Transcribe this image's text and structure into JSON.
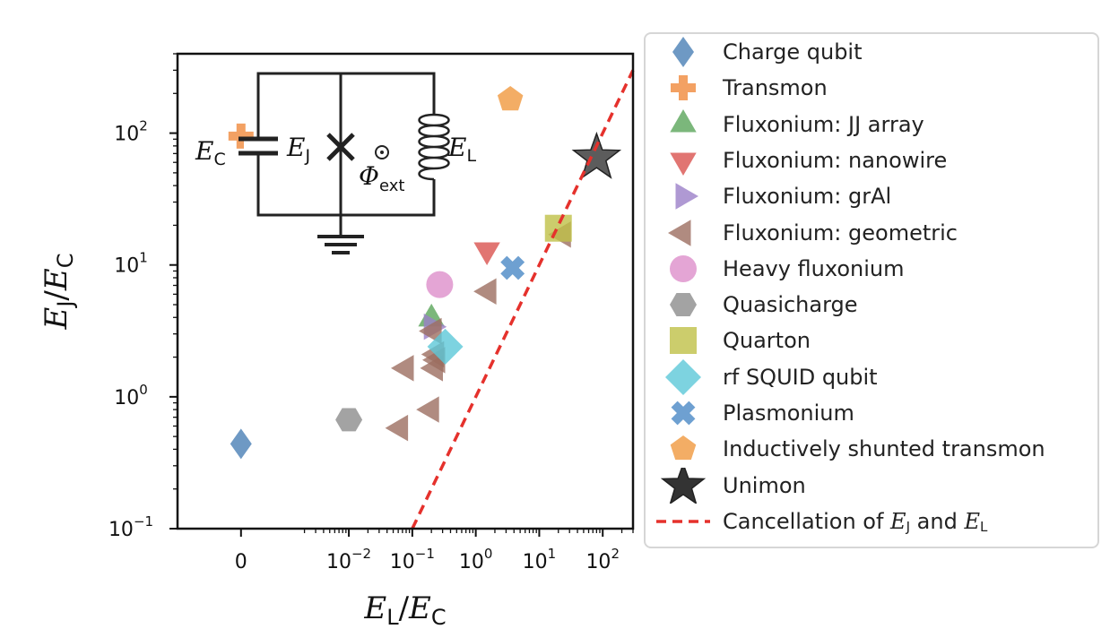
{
  "chart_data": {
    "type": "scatter",
    "xlabel_main": "E",
    "xlabel_sub": "L",
    "xlabel_sep": "/",
    "xlabel_main2": "E",
    "xlabel_sub2": "C",
    "ylabel_main": "E",
    "ylabel_sub": "J",
    "ylabel_sep": "/",
    "ylabel_main2": "E",
    "ylabel_sub2": "C",
    "x_scale": "symlog",
    "y_scale": "log",
    "xlim": [
      -0.002,
      300
    ],
    "ylim": [
      0.1,
      400
    ],
    "x_ticks": [
      {
        "value": 0,
        "base": "0",
        "exp": ""
      },
      {
        "value": 0.01,
        "base": "10",
        "exp": "−2"
      },
      {
        "value": 0.1,
        "base": "10",
        "exp": "−1"
      },
      {
        "value": 1,
        "base": "10",
        "exp": "0"
      },
      {
        "value": 10,
        "base": "10",
        "exp": "1"
      },
      {
        "value": 100,
        "base": "10",
        "exp": "2"
      }
    ],
    "y_ticks": [
      {
        "value": 0.1,
        "base": "10",
        "exp": "−1"
      },
      {
        "value": 1,
        "base": "10",
        "exp": "0"
      },
      {
        "value": 10,
        "base": "10",
        "exp": "1"
      },
      {
        "value": 100,
        "base": "10",
        "exp": "2"
      }
    ],
    "grid": false,
    "legend_position": "outside-right",
    "series": [
      {
        "name": "Charge qubit",
        "marker": "thin_diamond",
        "color": "#4a7fb5",
        "points": [
          [
            0,
            0.44
          ]
        ]
      },
      {
        "name": "Transmon",
        "marker": "plus",
        "color": "#f08a3c",
        "points": [
          [
            0,
            95
          ]
        ]
      },
      {
        "name": "Fluxonium: JJ array",
        "marker": "triangle_up",
        "color": "#5aa55a",
        "points": [
          [
            0.2,
            3.9
          ]
        ]
      },
      {
        "name": "Fluxonium: nanowire",
        "marker": "triangle_down",
        "color": "#d9534f",
        "points": [
          [
            1.5,
            13
          ]
        ]
      },
      {
        "name": "Fluxonium: grAl",
        "marker": "triangle_right",
        "color": "#9b80c8",
        "points": [
          [
            0.2,
            3.4
          ]
        ]
      },
      {
        "name": "Fluxonium: geometric",
        "marker": "triangle_left",
        "color": "#9c6e60",
        "points": [
          [
            0.08,
            1.65
          ],
          [
            0.065,
            0.58
          ],
          [
            0.2,
            0.8
          ],
          [
            0.23,
            1.65
          ],
          [
            0.25,
            1.9
          ],
          [
            0.24,
            2.1
          ],
          [
            0.22,
            3.15
          ],
          [
            1.6,
            6.3
          ],
          [
            24,
            17
          ]
        ]
      },
      {
        "name": "Heavy fluxonium",
        "marker": "circle",
        "color": "#dd8fcb",
        "points": [
          [
            0.27,
            7.1
          ]
        ]
      },
      {
        "name": "Quasicharge",
        "marker": "hexagon",
        "color": "#8c8c8c",
        "points": [
          [
            0.01,
            0.67
          ]
        ]
      },
      {
        "name": "Quarton",
        "marker": "square",
        "color": "#bfc047",
        "points": [
          [
            20,
            19
          ]
        ]
      },
      {
        "name": "rf SQUID qubit",
        "marker": "diamond",
        "color": "#5cc8d8",
        "points": [
          [
            0.33,
            2.4
          ]
        ]
      },
      {
        "name": "Plasmonium",
        "marker": "x",
        "color": "#4a88c6",
        "points": [
          [
            3.8,
            9.5
          ]
        ]
      },
      {
        "name": "Inductively shunted transmon",
        "marker": "pentagon",
        "color": "#f0993e",
        "points": [
          [
            3.5,
            180
          ]
        ]
      },
      {
        "name": "Unimon",
        "marker": "star",
        "color": "#333333",
        "points": [
          [
            80,
            65
          ]
        ]
      },
      {
        "name": "Cancellation of E_J and E_L",
        "marker": "line",
        "color": "#e5312c",
        "dashed": true,
        "line": [
          [
            0.1,
            0.1
          ],
          [
            300,
            300
          ]
        ]
      }
    ]
  },
  "inset": {
    "ec_main": "E",
    "ec_sub": "C",
    "ej_main": "E",
    "ej_sub": "J",
    "el_main": "E",
    "el_sub": "L",
    "phi_main": "Φ",
    "phi_sub": "ext"
  },
  "legend": {
    "items": [
      {
        "prefix": "Charge qubit",
        "m1": "",
        "s1": "",
        "mid": "",
        "m2": "",
        "s2": ""
      },
      {
        "prefix": "Transmon",
        "m1": "",
        "s1": "",
        "mid": "",
        "m2": "",
        "s2": ""
      },
      {
        "prefix": "Fluxonium: JJ array",
        "m1": "",
        "s1": "",
        "mid": "",
        "m2": "",
        "s2": ""
      },
      {
        "prefix": "Fluxonium: nanowire",
        "m1": "",
        "s1": "",
        "mid": "",
        "m2": "",
        "s2": ""
      },
      {
        "prefix": "Fluxonium: grAl",
        "m1": "",
        "s1": "",
        "mid": "",
        "m2": "",
        "s2": ""
      },
      {
        "prefix": "Fluxonium: geometric",
        "m1": "",
        "s1": "",
        "mid": "",
        "m2": "",
        "s2": ""
      },
      {
        "prefix": "Heavy fluxonium",
        "m1": "",
        "s1": "",
        "mid": "",
        "m2": "",
        "s2": ""
      },
      {
        "prefix": "Quasicharge",
        "m1": "",
        "s1": "",
        "mid": "",
        "m2": "",
        "s2": ""
      },
      {
        "prefix": "Quarton",
        "m1": "",
        "s1": "",
        "mid": "",
        "m2": "",
        "s2": ""
      },
      {
        "prefix": "rf SQUID qubit",
        "m1": "",
        "s1": "",
        "mid": "",
        "m2": "",
        "s2": ""
      },
      {
        "prefix": "Plasmonium",
        "m1": "",
        "s1": "",
        "mid": "",
        "m2": "",
        "s2": ""
      },
      {
        "prefix": "Inductively shunted transmon",
        "m1": "",
        "s1": "",
        "mid": "",
        "m2": "",
        "s2": ""
      },
      {
        "prefix": "Unimon",
        "m1": "",
        "s1": "",
        "mid": "",
        "m2": "",
        "s2": ""
      },
      {
        "prefix": "Cancellation of ",
        "m1": "E",
        "s1": "J",
        "mid": " and ",
        "m2": "E",
        "s2": "L"
      }
    ]
  }
}
